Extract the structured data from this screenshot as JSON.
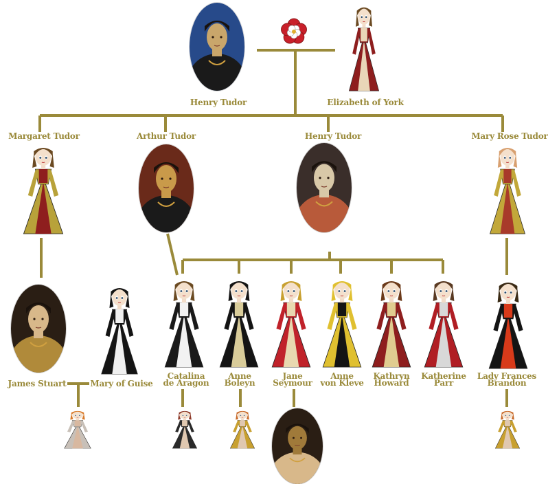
{
  "colors": {
    "line": "#9a8a3a",
    "label": "#9a8a3a",
    "background": "#ffffff",
    "rose_red": "#c8202a",
    "rose_white": "#ffffff"
  },
  "emblem": {
    "icon": "tudor-rose-icon"
  },
  "people": {
    "henry_vii": {
      "name": "Henry Tudor",
      "style": "portrait",
      "palette": [
        "#274a8a",
        "#1a1a1a",
        "#c9a66b"
      ]
    },
    "elizabeth_of_york": {
      "name": "Elizabeth of York",
      "style": "doll",
      "palette": [
        "#8e1e1e",
        "#e9d6b8",
        "#6b4a22"
      ]
    },
    "margaret_tudor": {
      "name": "Margaret Tudor",
      "style": "doll",
      "palette": [
        "#b8a23a",
        "#8e1e1e",
        "#6b4a22"
      ]
    },
    "arthur_tudor": {
      "name": "Arthur Tudor",
      "style": "portrait",
      "palette": [
        "#6a2a1a",
        "#1a1a1a",
        "#c99a4a"
      ]
    },
    "henry_viii": {
      "name": "Henry Tudor",
      "style": "portrait",
      "palette": [
        "#3a2e2a",
        "#b85a3a",
        "#d8c8a8"
      ]
    },
    "mary_rose_tudor": {
      "name": "Mary Rose Tudor",
      "style": "doll",
      "palette": [
        "#c2a83a",
        "#a83a2a",
        "#d8a070"
      ]
    },
    "james_stuart": {
      "name": "James Stuart",
      "style": "portrait",
      "palette": [
        "#2a1e14",
        "#b08a3a",
        "#d8b88a"
      ]
    },
    "mary_of_guise": {
      "name": "Mary of Guise",
      "style": "doll",
      "palette": [
        "#141414",
        "#f0f0f0",
        "#141414"
      ]
    },
    "catalina": {
      "name": "Catalina de Aragon",
      "lines": [
        "Catalina",
        "de Aragon"
      ],
      "style": "doll",
      "palette": [
        "#1a1a1a",
        "#f2f2f2",
        "#6b4a22"
      ]
    },
    "anne_boleyn": {
      "name": "Anne Boleyn",
      "lines": [
        "Anne",
        "Boleyn"
      ],
      "style": "doll",
      "palette": [
        "#141414",
        "#d9cc9a",
        "#141414"
      ]
    },
    "jane_seymour": {
      "name": "Jane Seymour",
      "lines": [
        "Jane",
        "Seymour"
      ],
      "style": "doll",
      "palette": [
        "#c0222a",
        "#e8d8b0",
        "#c8a030"
      ]
    },
    "anne_von_kleve": {
      "name": "Anne von Kleve",
      "lines": [
        "Anne",
        "von Kleve"
      ],
      "style": "doll",
      "palette": [
        "#e0c030",
        "#141414",
        "#e0c030"
      ]
    },
    "kathryn_howard": {
      "name": "Kathryn Howard",
      "lines": [
        "Kathryn",
        "Howard"
      ],
      "style": "doll",
      "palette": [
        "#8e1e1e",
        "#e0cc90",
        "#6b3a1a"
      ]
    },
    "katherine_parr": {
      "name": "Katherine Parr",
      "lines": [
        "Katherine",
        "Parr"
      ],
      "style": "doll",
      "palette": [
        "#b01e24",
        "#d8d8d8",
        "#5a3a22"
      ]
    },
    "lady_frances_brandon": {
      "name": "Lady Frances Brandon",
      "lines": [
        "Lady Frances",
        "Brandon"
      ],
      "style": "doll",
      "palette": [
        "#141414",
        "#d83a1a",
        "#3a2a14"
      ]
    },
    "child_mary_stuart": {
      "style": "doll",
      "palette": [
        "#c8c0b8",
        "#d8b8a0",
        "#d87a2a"
      ]
    },
    "child_catalina": {
      "style": "doll",
      "palette": [
        "#2a2a2a",
        "#e0c8b0",
        "#8e3a2a"
      ]
    },
    "child_anne": {
      "style": "doll",
      "palette": [
        "#c8a030",
        "#e0c8b0",
        "#c86a2a"
      ]
    },
    "child_jane": {
      "style": "portrait",
      "palette": [
        "#2a1e14",
        "#d8b88a",
        "#a07a3a"
      ]
    },
    "child_frances": {
      "style": "doll",
      "palette": [
        "#c8a030",
        "#e0c8b0",
        "#c86a2a"
      ]
    }
  }
}
